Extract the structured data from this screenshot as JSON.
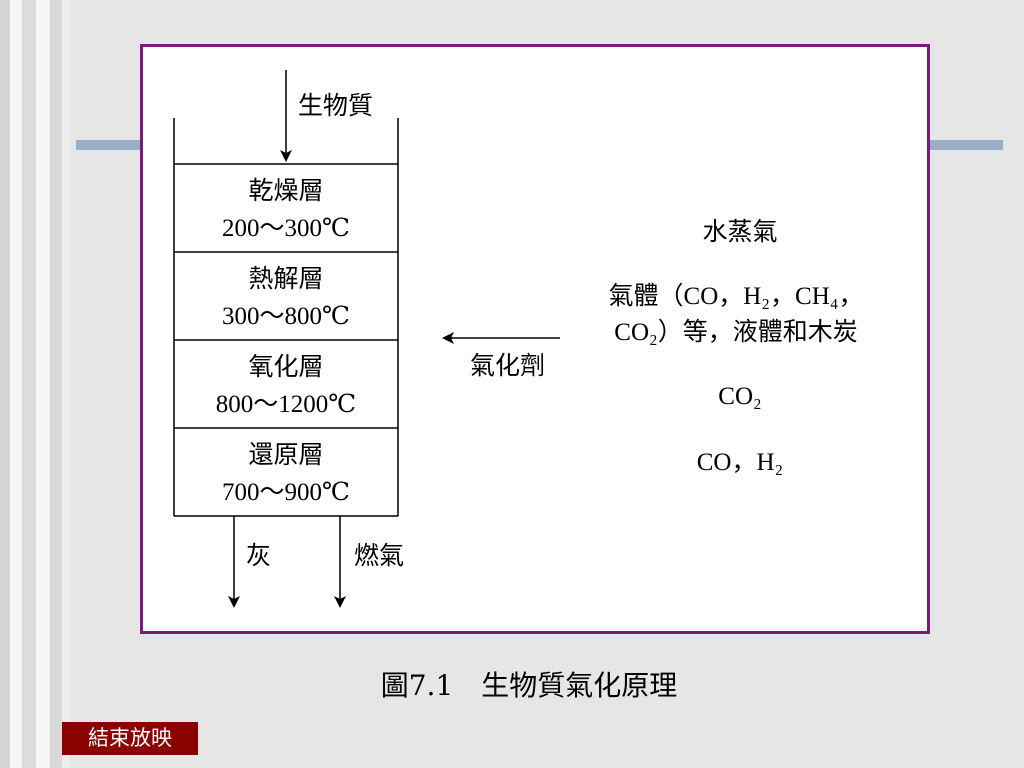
{
  "diagram": {
    "input_label": "生物質",
    "layers": [
      {
        "name": "乾燥層",
        "temp": "200～300℃",
        "product": "水蒸氣"
      },
      {
        "name": "熱解層",
        "temp": "300～800℃",
        "product_line1": "氣體（CO，H₂，CH₄，",
        "product_line2": "CO₂）等，液體和木炭"
      },
      {
        "name": "氧化層",
        "temp": "800～1200℃",
        "product": "CO₂"
      },
      {
        "name": "還原層",
        "temp": "700～900℃",
        "product": "CO，H₂"
      }
    ],
    "agent_label": "氣化劑",
    "outputs": [
      "灰",
      "燃氣"
    ]
  },
  "caption": "圖7.1　生物質氣化原理",
  "end_button": "結束放映",
  "colors": {
    "frame": "#7b1a7b",
    "end_button": "#8b0000",
    "accent_bar": "#99afc8"
  }
}
